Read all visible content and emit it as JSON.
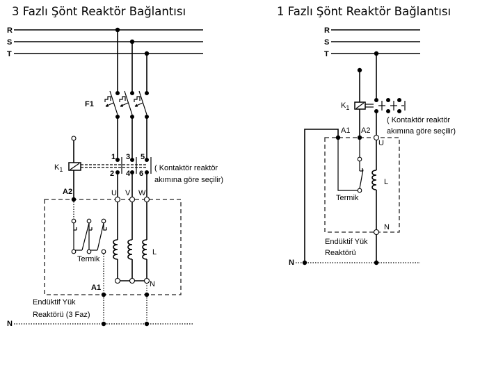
{
  "diagram_3phase": {
    "title": "3 Fazlı Şönt Reaktör Bağlantısı",
    "bus_labels": [
      "R",
      "S",
      "T"
    ],
    "breaker_label": "F1",
    "contactor_label": "K",
    "contactor_subscript": "1",
    "contact_numbers_top": [
      "1",
      "3",
      "5"
    ],
    "contact_numbers_bottom": [
      "2",
      "4",
      "6"
    ],
    "contactor_note_line1": "( Kontaktör reaktör",
    "contactor_note_line2": "akımına göre seçilir)",
    "coil_terminal_a2": "A2",
    "coil_terminal_a1": "A1",
    "phase_terminals": [
      "U",
      "V",
      "W"
    ],
    "thermal_label": "Termik",
    "inductor_label": "L",
    "neutral_terminal": "N",
    "reactor_label_line1": "Endüktif Yük",
    "reactor_label_line2": "Reaktörü (3 Faz)",
    "neutral_line_label": "N"
  },
  "diagram_1phase": {
    "title": "1 Fazlı Şönt Reaktör Bağlantısı",
    "bus_labels": [
      "R",
      "S",
      "T"
    ],
    "contactor_label": "K",
    "contactor_subscript": "1",
    "contactor_note_line1": "( Kontaktör reaktör",
    "contactor_note_line2": "akımına göre seçilir)",
    "coil_terminal_a1": "A1",
    "coil_terminal_a2": "A2",
    "phase_terminal": "U",
    "thermal_label": "Termik",
    "inductor_label": "L",
    "neutral_terminal": "N",
    "reactor_label_line1": "Endüktif Yük",
    "reactor_label_line2": "Reaktörü",
    "neutral_line_label": "N"
  }
}
